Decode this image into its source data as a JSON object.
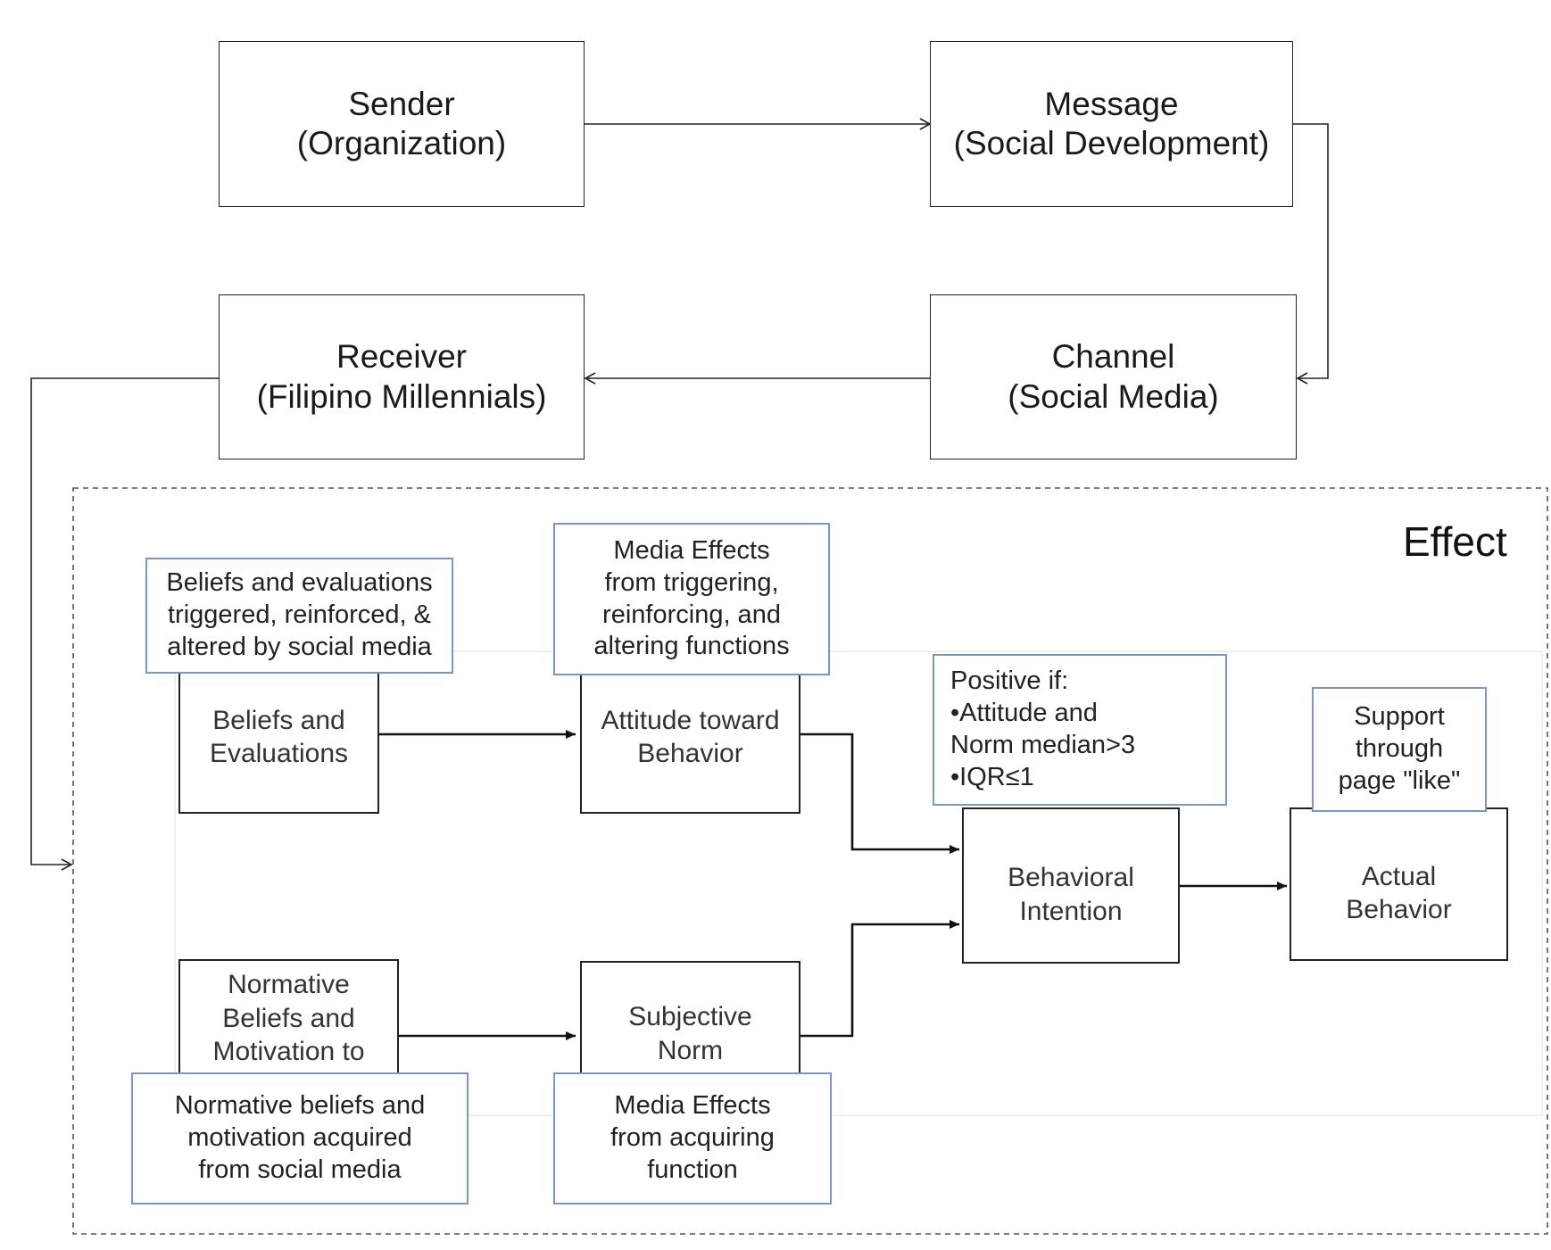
{
  "top": {
    "sender": {
      "line1": "Sender",
      "line2": "(Organization)"
    },
    "message": {
      "line1": "Message",
      "line2": "(Social Development)"
    },
    "channel": {
      "line1": "Channel",
      "line2": "(Social Media)"
    },
    "receiver": {
      "line1": "Receiver",
      "line2": "(Filipino Millennials)"
    }
  },
  "effect": {
    "label": "Effect",
    "nodes": {
      "beliefs": {
        "line1": "Beliefs and",
        "line2": "Evaluations"
      },
      "attitude": {
        "line1": "Attitude toward",
        "line2": "Behavior"
      },
      "normative": {
        "line1": "Normative",
        "line2": "Beliefs and",
        "line3": "Motivation to"
      },
      "subjective": {
        "line1": "Subjective",
        "line2": "Norm"
      },
      "intention": {
        "line1": "Behavioral",
        "line2": "Intention"
      },
      "actual": {
        "line1": "Actual",
        "line2": "Behavior"
      }
    },
    "notes": {
      "beliefs": {
        "line1": "Beliefs and evaluations",
        "line2": "triggered, reinforced, &",
        "line3": "altered by social media"
      },
      "attitude": {
        "line1": "Media Effects",
        "line2": "from triggering,",
        "line3": "reinforcing, and",
        "line4": "altering functions"
      },
      "intention": {
        "line1": "Positive if:",
        "line2": "•Attitude and",
        "line3": "Norm median>3",
        "line4": "•IQR≤1"
      },
      "actual": {
        "line1": "Support",
        "line2": "through",
        "line3": "page \"like\""
      },
      "normative": {
        "line1": "Normative beliefs and",
        "line2": "motivation acquired",
        "line3": "from social media"
      },
      "subjective": {
        "line1": "Media Effects",
        "line2": "from acquiring",
        "line3": "function"
      }
    }
  },
  "colors": {
    "note_border": "#7a97c0",
    "line": "#222222",
    "dashed_border": "#555555"
  }
}
